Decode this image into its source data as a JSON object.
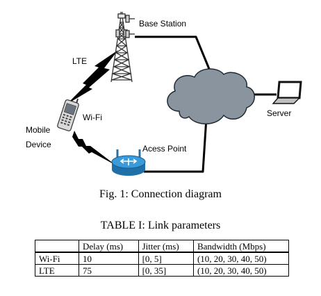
{
  "figure": {
    "labels": {
      "base_station": "Base Station",
      "lte": "LTE",
      "wifi": "Wi-Fi",
      "mobile_device_line1": "Mobile",
      "mobile_device_line2": "Device",
      "access_point": "Acess Point",
      "server": "Server"
    },
    "caption": "Fig. 1: Connection diagram"
  },
  "table": {
    "caption": "TABLE I: Link parameters",
    "headers": [
      "",
      "Delay (ms)",
      "Jitter (ms)",
      "Bandwidth (Mbps)"
    ],
    "rows": [
      [
        "Wi-Fi",
        "10",
        "[0, 5]",
        "(10, 20, 30, 40, 50)"
      ],
      [
        "LTE",
        "75",
        "[0, 35]",
        "(10, 20, 30, 40, 50)"
      ]
    ]
  },
  "colors": {
    "cloud": "#8a949e",
    "router": "#2f8fcf",
    "lines": "#000000"
  }
}
